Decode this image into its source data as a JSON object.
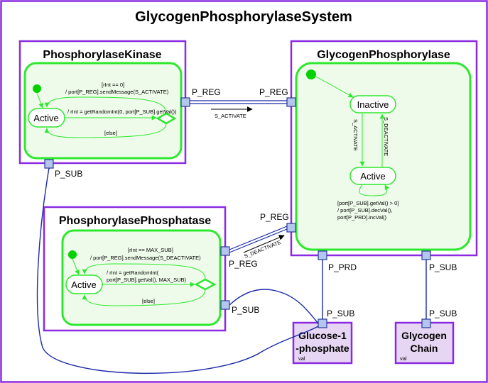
{
  "title": "GlycogenPhosphorylaseSystem",
  "kinase": {
    "name": "PhosphorylaseKinase",
    "state": "Active",
    "guard1": "[rInt == 0]",
    "action1": "/ port[P_REG].sendMessage(S_ACTIVATE)",
    "action2": "/ rInt = getRandomInt(0, port[P_SUB].getVal())",
    "else_label": "[else]"
  },
  "phosphatase": {
    "name": "PhosphorylasePhosphatase",
    "state": "Active",
    "guard1": "[rInt == MAX_SUB]",
    "action1": "/ port[P_REG].sendMessage(S_DEACTIVATE)",
    "action2a": "/ rInt = getRandomInt(",
    "action2b": "port[P_SUB].getVal(), MAX_SUB)",
    "else_label": "[else]"
  },
  "phosphorylase": {
    "name": "GlycogenPhosphorylase",
    "state_inactive": "Inactive",
    "state_active": "Active",
    "t_activate": "S_ACTIVATE",
    "t_deactivate": "S_DEACTIVATE",
    "guard1": "[port[P_SUB].getVal() > 0]",
    "guard2": "/ port[P_SUB].decVal(),",
    "guard3": "port[P_PRD].incVal()"
  },
  "glucose": {
    "name1": "Glucose-1",
    "name2": "-phosphate",
    "attr": "val"
  },
  "glycogen": {
    "name1": "Glycogen",
    "name2": "Chain",
    "attr": "val"
  },
  "ports": {
    "p_reg": "P_REG",
    "p_sub": "P_SUB",
    "p_prd": "P_PRD"
  },
  "messages": {
    "activate": "S_ACTIVATE",
    "deactivate": "S_DEACTIVATE"
  }
}
